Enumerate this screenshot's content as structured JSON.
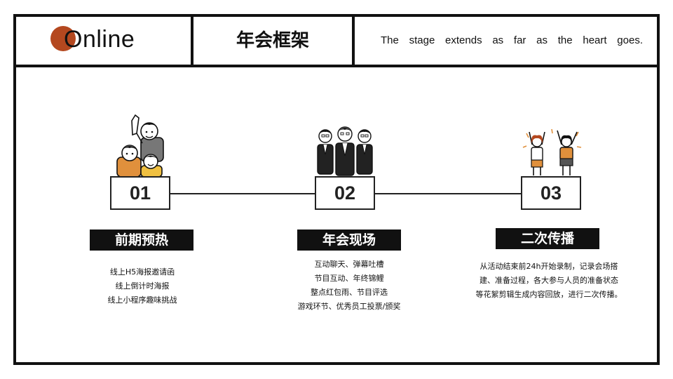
{
  "header": {
    "logo_text": "Online",
    "title": "年会框架",
    "tagline": "The stage extends as far as the heart goes."
  },
  "steps": [
    {
      "number": "01",
      "label": "前期预热",
      "lines": [
        "线上H5海报邀请函",
        "线上倒计时海报",
        "线上小程序趣味挑战"
      ]
    },
    {
      "number": "02",
      "label": "年会现场",
      "lines": [
        "互动聊天、弹幕吐槽",
        "节目互动、年终锦鲤",
        "整点红包雨、节目评选",
        "游戏环节、优秀员工投票/颁奖"
      ]
    },
    {
      "number": "03",
      "label": "二次传播",
      "lines": [
        "从活动结束前24h开始录制，记录会场搭",
        "建、准备过程，各大参与人员的准备状态",
        "等花絮剪辑生成内容回放，进行二次传播。"
      ]
    }
  ],
  "colors": {
    "accent": "#b4481f",
    "ink": "#111111",
    "orange": "#e0903c"
  },
  "icons": [
    "cheering-group-illustration",
    "business-team-illustration",
    "celebrating-women-illustration"
  ]
}
